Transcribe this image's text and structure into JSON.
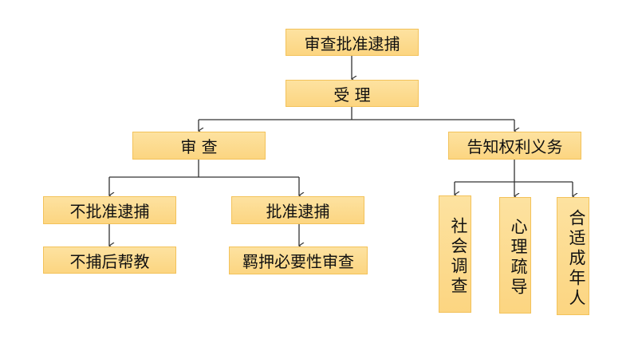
{
  "nodes": {
    "review_approve_arrest": "审查批准逮捕",
    "accept": "受 理",
    "review": "审 查",
    "inform_rights": "告知权利义务",
    "no_arrest": "不批准逮捕",
    "approve_arrest": "批准逮捕",
    "post_no_arrest_help": "不捕后帮教",
    "detention_necessity_review": "羁押必要性审查",
    "social_investigation": "社会调查",
    "psych_counseling": "心理疏导",
    "appropriate_adult": "合适成年人"
  },
  "colors": {
    "fill": "#fddb8f",
    "border": "#f3c25a",
    "line": "#333333"
  }
}
